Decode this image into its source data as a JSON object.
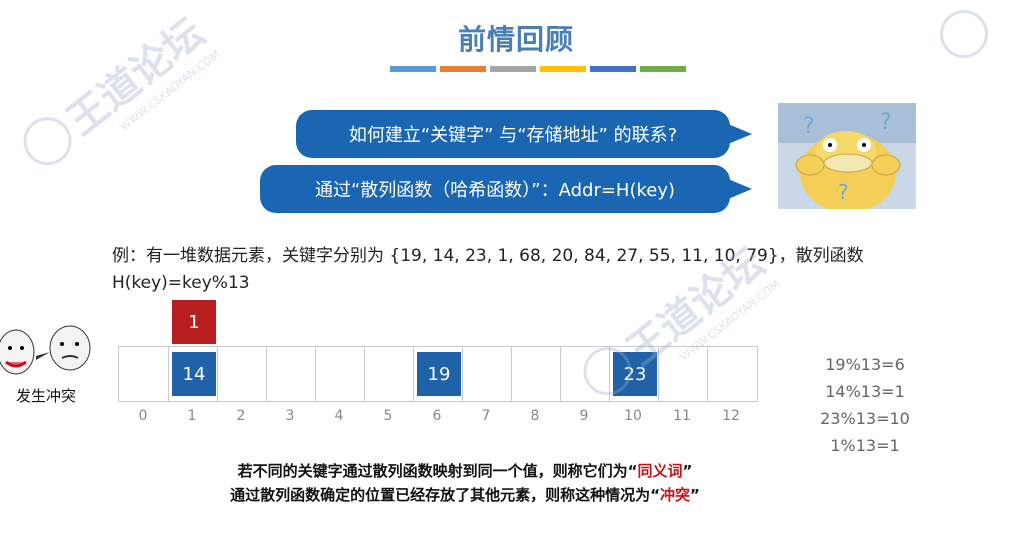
{
  "title": "前情回顾",
  "title_bar_colors": [
    "#5a9bd5",
    "#ed7d31",
    "#a5a5a5",
    "#ffc000",
    "#4472c4",
    "#70ad47"
  ],
  "bubbles": {
    "question": "如何建立“关键字” 与“存储地址” 的联系?",
    "answer": "通过“散列函数（哈希函数）”：Addr=H(key)"
  },
  "example": {
    "line1": "例：有一堆数据元素，关键字分别为 {19, 14, 23, 1, 68, 20, 84, 27, 55, 11, 10, 79}，散列函数",
    "line2": "H(key)=key%13"
  },
  "meme_label": "发生冲突",
  "table": {
    "indices": [
      "0",
      "1",
      "2",
      "3",
      "4",
      "5",
      "6",
      "7",
      "8",
      "9",
      "10",
      "11",
      "12"
    ],
    "filled": [
      {
        "index": 1,
        "value": "14"
      },
      {
        "index": 6,
        "value": "19"
      },
      {
        "index": 10,
        "value": "23"
      }
    ],
    "conflict": {
      "index": 1,
      "value": "1"
    }
  },
  "calculations": [
    "19%13=6",
    "14%13=1",
    "23%13=10",
    "1%13=1"
  ],
  "bottom": {
    "line1_prefix": "若不同的关键字通过散列函数映射到同一个值，则称它们为",
    "line1_quote_open": "“",
    "line1_term": "同义词",
    "line1_quote_close": "”",
    "line2_prefix": "通过散列函数确定的位置已经存放了其他元素，则称这种情况为",
    "line2_quote_open": "“",
    "line2_term": "冲突",
    "line2_quote_close": "”"
  },
  "watermark": {
    "brand": "王道论坛",
    "url": "WWW.CSKAOYAN.COM"
  },
  "colors": {
    "bubble": "#1a66b3",
    "cell_blue": "#1f62a8",
    "cell_red": "#b91e1e",
    "title": "#4a7fb5"
  },
  "icons": [
    "psyduck-illustration",
    "meme-faces",
    "watermark-seal-icon"
  ]
}
